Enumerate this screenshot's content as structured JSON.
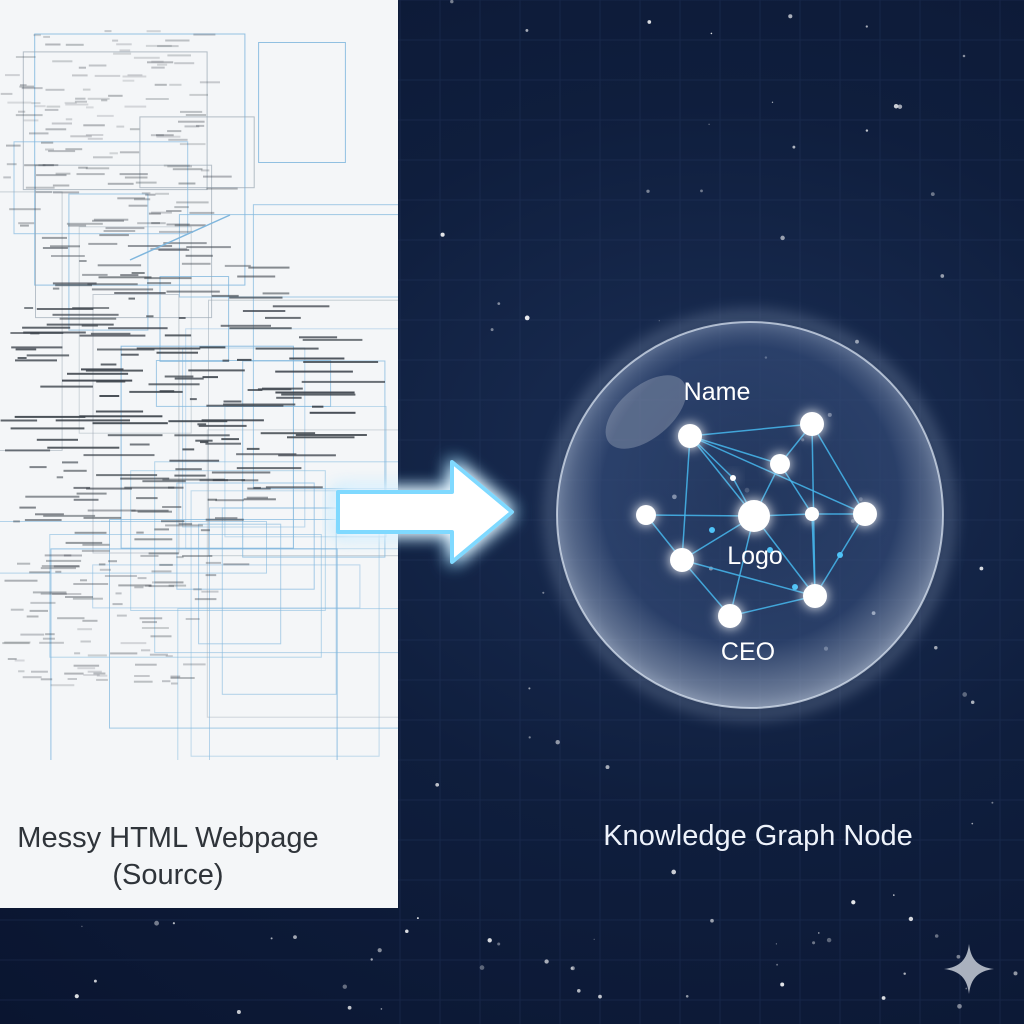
{
  "source": {
    "caption_line1": "Messy HTML Webpage",
    "caption_line2": "(Source)"
  },
  "target": {
    "caption": "Knowledge Graph Node",
    "node_labels": {
      "name": "Name",
      "logo": "Logo",
      "ceo": "CEO"
    }
  },
  "colors": {
    "background": "#0f1e3d",
    "panel": "#f4f6f8",
    "accent": "#4fc3f7",
    "node": "#ffffff"
  },
  "icons": [
    "arrow-right-icon",
    "sparkle-icon"
  ]
}
